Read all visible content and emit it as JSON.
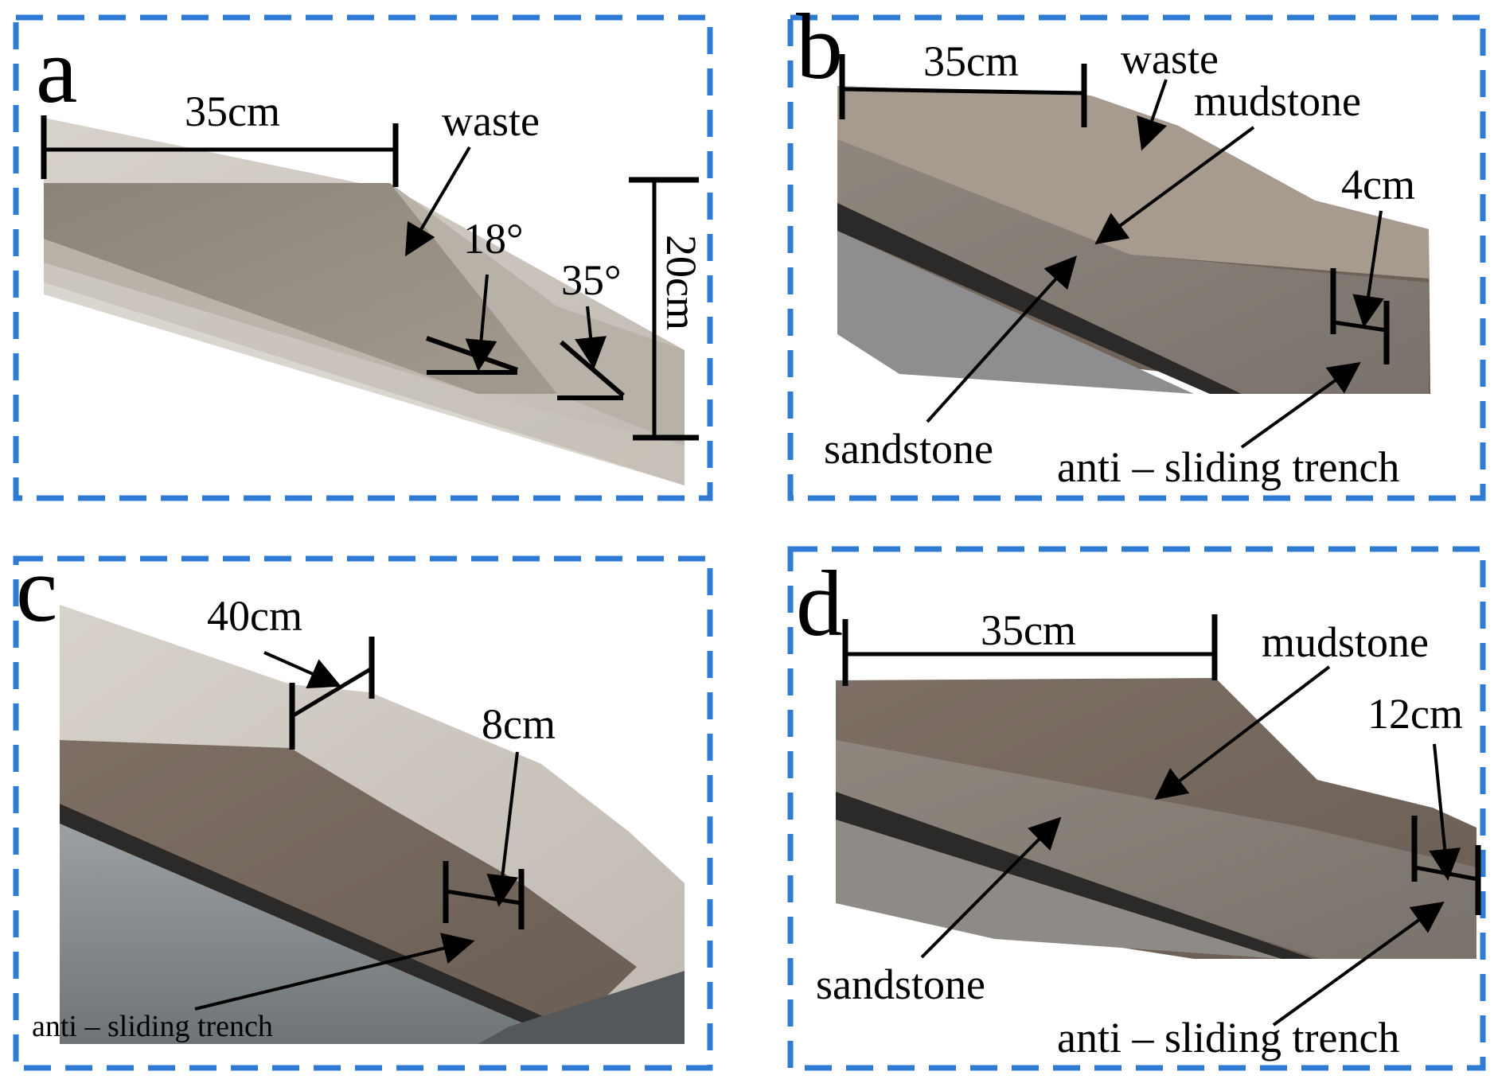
{
  "frame_color": "#2f7bd4",
  "panels": {
    "a": {
      "letter": "a",
      "width_label": "35cm",
      "material": "waste",
      "angle1": "18°",
      "angle2": "35°",
      "height_label": "20cm"
    },
    "b": {
      "letter": "b",
      "width_label": "35cm",
      "material1": "waste",
      "material2": "mudstone",
      "trench_width": "4cm",
      "rock": "sandstone",
      "trench": "anti – sliding trench"
    },
    "c": {
      "letter": "c",
      "width_label": "40cm",
      "trench_width": "8cm",
      "trench": "anti – sliding trench"
    },
    "d": {
      "letter": "d",
      "width_label": "35cm",
      "material": "mudstone",
      "trench_width": "12cm",
      "rock": "sandstone",
      "trench": "anti – sliding trench"
    }
  }
}
